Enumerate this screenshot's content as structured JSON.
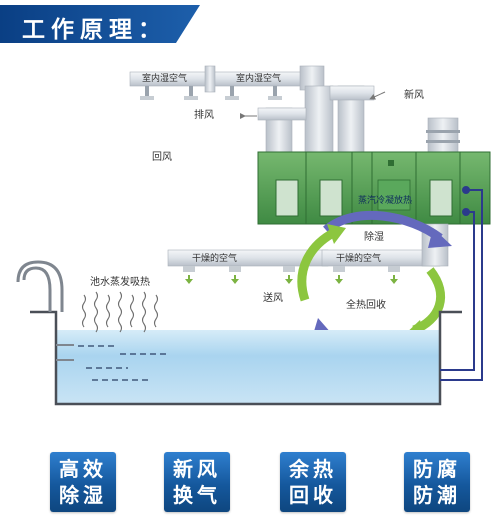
{
  "title": "工作原理：",
  "labels": {
    "indoor_humid_air_1": "室内湿空气",
    "indoor_humid_air_2": "室内湿空气",
    "fresh_air": "新风",
    "exhaust": "排风",
    "return_air": "回风",
    "condenser_heat": "蒸汽冷凝放热",
    "dehumidify": "除湿",
    "dry_air_1": "干燥的空气",
    "dry_air_2": "干燥的空气",
    "pool_evaporation": "池水蒸发吸热",
    "supply_air": "送风",
    "heat_recovery": "全热回收"
  },
  "features": [
    {
      "line1": "高效",
      "line2": "除湿"
    },
    {
      "line1": "新风",
      "line2": "换气"
    },
    {
      "line1": "余热",
      "line2": "回收"
    },
    {
      "line1": "防腐",
      "line2": "防潮"
    }
  ],
  "colors": {
    "banner": "#0a3f84",
    "unit_green": "#4f9a4f",
    "arrow_green": "#8cc63f",
    "arrow_purple": "#5b5fb8",
    "water": "#9fd0ee",
    "pipe_blue": "#2b3a8c",
    "feature_blue": "#1a5ea8"
  }
}
